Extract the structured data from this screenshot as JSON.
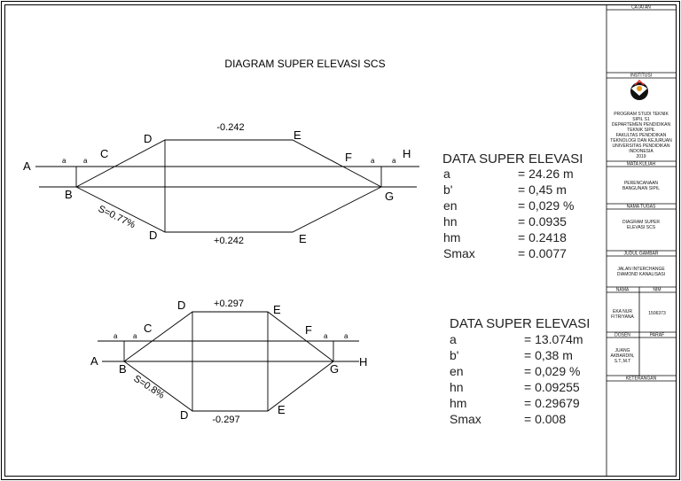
{
  "title": "DIAGRAM SUPER ELEVASI SCS",
  "diagram1": {
    "points": {
      "A": "A",
      "B": "B",
      "C": "C",
      "D": "D",
      "E": "E",
      "F": "F",
      "G": "G",
      "H": "H"
    },
    "a_label": "a",
    "top_value": "-0.242",
    "bottom_value": "+0.242",
    "slope": "S=0.77%"
  },
  "diagram2": {
    "points": {
      "A": "A",
      "B": "B",
      "C": "C",
      "D": "D",
      "E": "E",
      "F": "F",
      "G": "G",
      "H": "H"
    },
    "a_label": "a",
    "top_value": "+0.297",
    "bottom_value": "-0.297",
    "slope": "S=0.8%"
  },
  "data1": {
    "heading": "DATA SUPER ELEVASI",
    "rows": [
      {
        "label": "a",
        "value": "= 24.26 m"
      },
      {
        "label": "b'",
        "value": "= 0,45 m"
      },
      {
        "label": "en",
        "value": "= 0,029 %"
      },
      {
        "label": "hn",
        "value": "= 0.0935"
      },
      {
        "label": "hm",
        "value": "= 0.2418"
      },
      {
        "label": "Smax",
        "value": "= 0.0077"
      }
    ]
  },
  "data2": {
    "heading": "DATA SUPER ELEVASI",
    "rows": [
      {
        "label": "a",
        "value": "= 13.074m"
      },
      {
        "label": "b'",
        "value": "= 0,38 m"
      },
      {
        "label": "en",
        "value": "= 0,029 %"
      },
      {
        "label": "hn",
        "value": "= 0.09255"
      },
      {
        "label": "hm",
        "value": "= 0.29679"
      },
      {
        "label": "Smax",
        "value": "= 0.008"
      }
    ]
  },
  "title_block": {
    "catatan": "CATATAN",
    "institusi": "INSTITUSI",
    "institution_lines": [
      "PROGRAM STUDI TEKNIK",
      "SIPIL S1",
      "DEPARTEMEN PENDIDIKAN",
      "TEKNIK SIPIL",
      "FAKULTAS PENDIDIKAN",
      "TEKNOLOGI DAN KEJURUAN",
      "UNIVERSITAS PENDIDIKAN",
      "INDONESIA",
      "2019"
    ],
    "mata_kuliah": "MATA KULIAH",
    "course_lines": [
      "PERENCANAAN",
      "BANGUNAN SIPIL"
    ],
    "nama_tugas": "NAMA TUGAS",
    "task_lines": [
      "DIAGRAM SUPER",
      "ELEVASI SCS"
    ],
    "judul_gambar": "JUDUL GAMBAR",
    "drawing_lines": [
      "JALAN INTERCHANGE",
      "DIAMOND KANALISASI"
    ],
    "nama": "NAMA",
    "nim": "NIM",
    "student_lines": [
      "EKA NUR",
      "FITRIYANA"
    ],
    "student_nim": "1506373",
    "dosen": "DOSEN",
    "paraf": "PARAF",
    "lecturer_lines": [
      "JUANG",
      "AKBARDIN,",
      "S.T.,M.T"
    ],
    "keterangan": "KETERANGAN"
  }
}
